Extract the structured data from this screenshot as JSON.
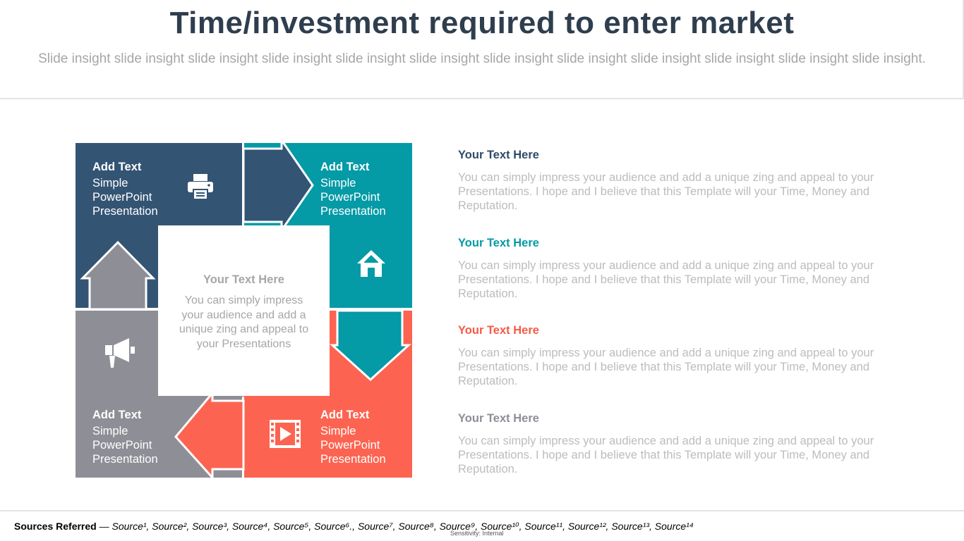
{
  "header": {
    "title": "Time/investment required to enter market",
    "subtitle": "Slide insight slide insight slide insight slide insight slide insight slide insight slide insight slide insight slide insight slide insight slide insight slide insight."
  },
  "diagram": {
    "quadrants": [
      {
        "heading": "Add Text",
        "body_lines": [
          "Simple",
          "PowerPoint",
          "Presentation"
        ],
        "color": "#345474",
        "icon": "printer-icon"
      },
      {
        "heading": "Add Text",
        "body_lines": [
          "Simple",
          "PowerPoint",
          "Presentation"
        ],
        "color": "#049aa6",
        "icon": "home-icon"
      },
      {
        "heading": "Add Text",
        "body_lines": [
          "Simple",
          "PowerPoint",
          "Presentation"
        ],
        "color": "#fc6451",
        "icon": "video-icon"
      },
      {
        "heading": "Add Text",
        "body_lines": [
          "Simple",
          "PowerPoint",
          "Presentation"
        ],
        "color": "#8e8e96",
        "icon": "megaphone-icon"
      }
    ],
    "center": {
      "heading": "Your Text  Here",
      "body": "You can simply impress your audience and add a unique zing and appeal to your Presentations"
    }
  },
  "items": [
    {
      "heading": "Your Text  Here",
      "color": "#2f4a68",
      "body": "You can simply impress your audience and add a unique zing and appeal to  your Presentations. I hope and I believe that this Template will your Time, Money and Reputation."
    },
    {
      "heading": "Your Text  Here",
      "color": "#049aa6",
      "body": "You can simply impress your audience and add a unique zing and appeal to  your Presentations. I hope and I believe that this Template will your Time, Money and Reputation."
    },
    {
      "heading": "Your Text  Here",
      "color": "#f65a46",
      "body": "You can simply impress your audience and add a unique zing and appeal to  your Presentations. I hope and I believe that this Template will your Time, Money and Reputation."
    },
    {
      "heading": "Your Text  Here",
      "color": "#8e8e96",
      "body": "You can simply impress your audience and add a unique zing and appeal to  your Presentations. I hope and I believe that this Template will your Time, Money and Reputation."
    }
  ],
  "footer": {
    "sources_label": "Sources Referred",
    "sources_list": " — Source¹, Source², Source³, Source⁴, Source⁵, Source⁶., Source⁷, Source⁸, Source⁹, Source¹⁰, Source¹¹, Source¹², Source¹³, Source¹⁴",
    "sensitivity": "Sensitivity: Internal"
  }
}
